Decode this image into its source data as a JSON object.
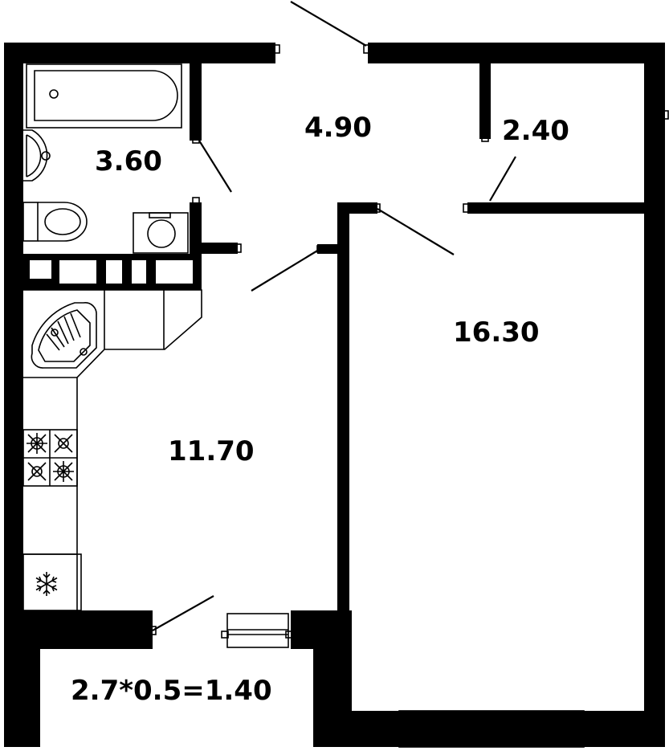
{
  "rooms": {
    "bathroom": "3.60",
    "hallway": "4.90",
    "storage": "2.40",
    "bedroom": "16.30",
    "kitchen": "11.70",
    "balcony": "2.7*0.5=1.40"
  },
  "icons": {
    "fridge": "snowflake-icon",
    "stove": "stove-burners-icon",
    "sink": "corner-sink-icon",
    "bathtub": "bathtub-icon",
    "toilet": "toilet-icon",
    "washbasin": "washbasin-icon",
    "washer": "washing-machine-icon"
  },
  "colors": {
    "wall": "#000000",
    "background": "#ffffff"
  }
}
